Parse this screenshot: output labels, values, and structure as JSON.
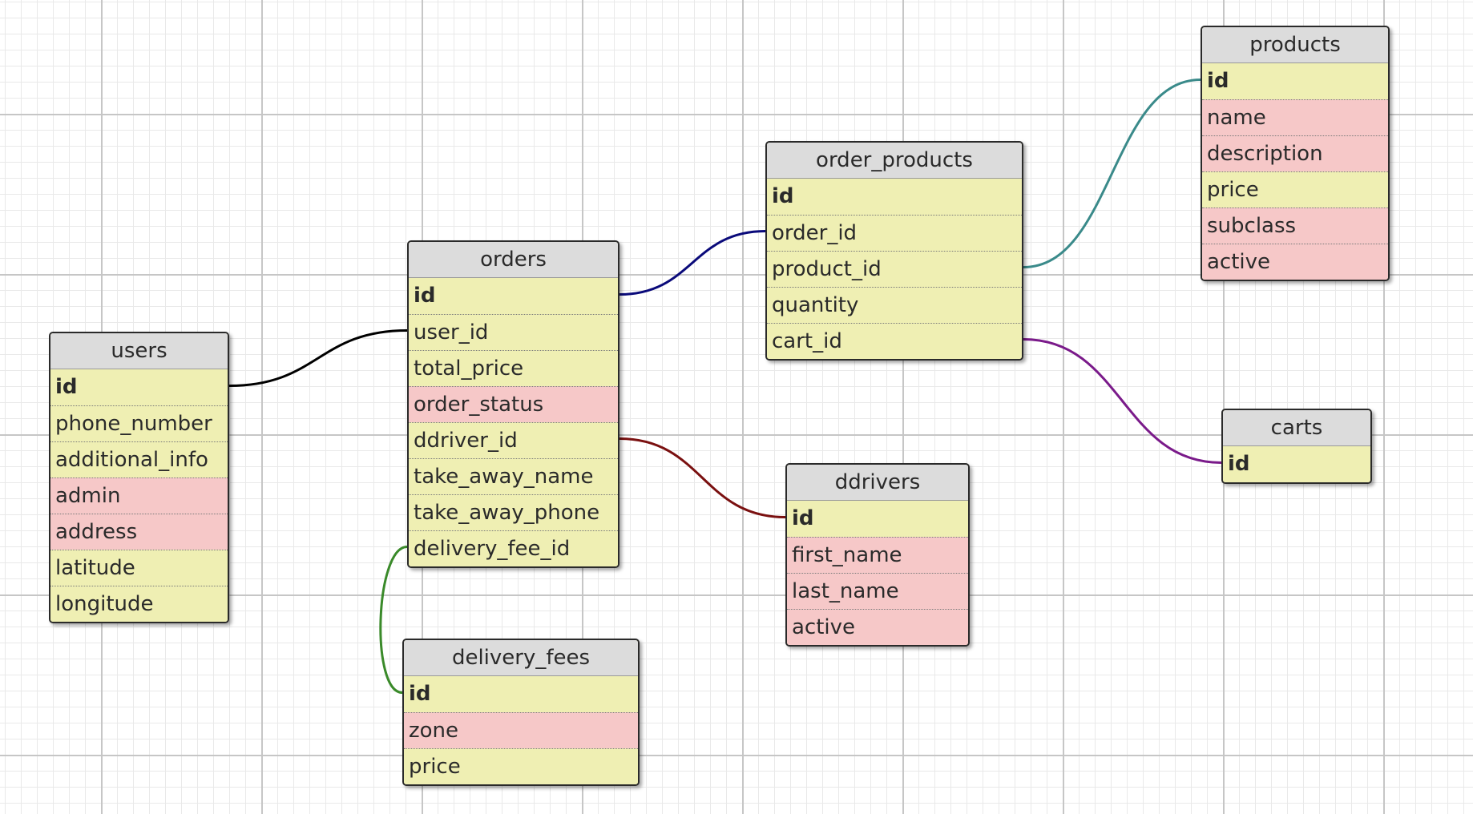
{
  "diagram": {
    "tables": [
      {
        "key": "users",
        "name": "users",
        "fields": [
          {
            "name": "id",
            "pk": true,
            "nullable": false
          },
          {
            "name": "phone_number",
            "pk": false,
            "nullable": false
          },
          {
            "name": "additional_info",
            "pk": false,
            "nullable": false
          },
          {
            "name": "admin",
            "pk": false,
            "nullable": true
          },
          {
            "name": "address",
            "pk": false,
            "nullable": true
          },
          {
            "name": "latitude",
            "pk": false,
            "nullable": false
          },
          {
            "name": "longitude",
            "pk": false,
            "nullable": false
          }
        ]
      },
      {
        "key": "orders",
        "name": "orders",
        "fields": [
          {
            "name": "id",
            "pk": true,
            "nullable": false
          },
          {
            "name": "user_id",
            "pk": false,
            "nullable": false
          },
          {
            "name": "total_price",
            "pk": false,
            "nullable": false
          },
          {
            "name": "order_status",
            "pk": false,
            "nullable": true
          },
          {
            "name": "ddriver_id",
            "pk": false,
            "nullable": false
          },
          {
            "name": "take_away_name",
            "pk": false,
            "nullable": false
          },
          {
            "name": "take_away_phone",
            "pk": false,
            "nullable": false
          },
          {
            "name": "delivery_fee_id",
            "pk": false,
            "nullable": false
          }
        ]
      },
      {
        "key": "order_products",
        "name": "order_products",
        "fields": [
          {
            "name": "id",
            "pk": true,
            "nullable": false
          },
          {
            "name": "order_id",
            "pk": false,
            "nullable": false
          },
          {
            "name": "product_id",
            "pk": false,
            "nullable": false
          },
          {
            "name": "quantity",
            "pk": false,
            "nullable": false
          },
          {
            "name": "cart_id",
            "pk": false,
            "nullable": false
          }
        ]
      },
      {
        "key": "products",
        "name": "products",
        "fields": [
          {
            "name": "id",
            "pk": true,
            "nullable": false
          },
          {
            "name": "name",
            "pk": false,
            "nullable": true
          },
          {
            "name": "description",
            "pk": false,
            "nullable": true
          },
          {
            "name": "price",
            "pk": false,
            "nullable": false
          },
          {
            "name": "subclass",
            "pk": false,
            "nullable": true
          },
          {
            "name": "active",
            "pk": false,
            "nullable": true
          }
        ]
      },
      {
        "key": "carts",
        "name": "carts",
        "fields": [
          {
            "name": "id",
            "pk": true,
            "nullable": false
          }
        ]
      },
      {
        "key": "ddrivers",
        "name": "ddrivers",
        "fields": [
          {
            "name": "id",
            "pk": true,
            "nullable": false
          },
          {
            "name": "first_name",
            "pk": false,
            "nullable": true
          },
          {
            "name": "last_name",
            "pk": false,
            "nullable": true
          },
          {
            "name": "active",
            "pk": false,
            "nullable": true
          }
        ]
      },
      {
        "key": "delivery_fees",
        "name": "delivery_fees",
        "fields": [
          {
            "name": "id",
            "pk": true,
            "nullable": false
          },
          {
            "name": "zone",
            "pk": false,
            "nullable": true
          },
          {
            "name": "price",
            "pk": false,
            "nullable": false
          }
        ]
      }
    ],
    "relations": [
      {
        "from_table": "users",
        "from_field": "id",
        "to_table": "orders",
        "to_field": "user_id",
        "color": "#000000"
      },
      {
        "from_table": "orders",
        "from_field": "id",
        "to_table": "order_products",
        "to_field": "order_id",
        "color": "#0a0a7a"
      },
      {
        "from_table": "order_products",
        "from_field": "product_id",
        "to_table": "products",
        "to_field": "id",
        "color": "#3a8a8a"
      },
      {
        "from_table": "order_products",
        "from_field": "cart_id",
        "to_table": "carts",
        "to_field": "id",
        "color": "#7a1a8a"
      },
      {
        "from_table": "orders",
        "from_field": "ddriver_id",
        "to_table": "ddrivers",
        "to_field": "id",
        "color": "#7a1010"
      },
      {
        "from_table": "orders",
        "from_field": "delivery_fee_id",
        "to_table": "delivery_fees",
        "to_field": "id",
        "color": "#3a8a2a"
      }
    ],
    "colors": {
      "required_field": "#efefb3",
      "nullable_field": "#f6c8c8",
      "header": "#dcdcdc"
    }
  }
}
